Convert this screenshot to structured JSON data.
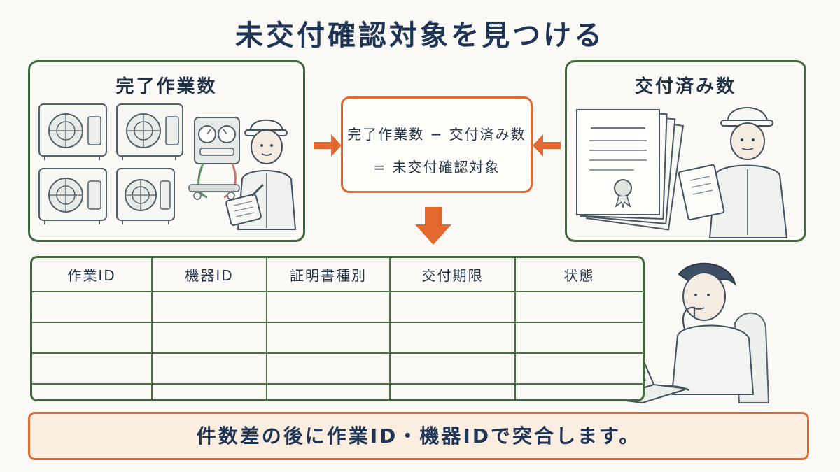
{
  "title": "未交付確認対象を見つける",
  "left_panel": {
    "title": "完了作業数"
  },
  "right_panel": {
    "title": "交付済み数"
  },
  "formula": {
    "line1": "完了作業数 − 交付済み数",
    "line2": "= 未交付確認対象"
  },
  "table": {
    "headers": [
      "作業ID",
      "機器ID",
      "証明書種別",
      "交付期限",
      "状態"
    ],
    "rows": 4
  },
  "footer": "件数差の後に作業ID・機器IDで突合します。",
  "colors": {
    "green": "#3f6b3d",
    "orange": "#e2682d",
    "footer_bg": "#fbeee0",
    "navy": "#1f3556"
  },
  "icons": [
    "air-conditioner-unit-icon",
    "technician-icon",
    "pressure-gauge-icon",
    "certificate-stack-icon",
    "laptop-worker-icon",
    "arrow-icon"
  ]
}
